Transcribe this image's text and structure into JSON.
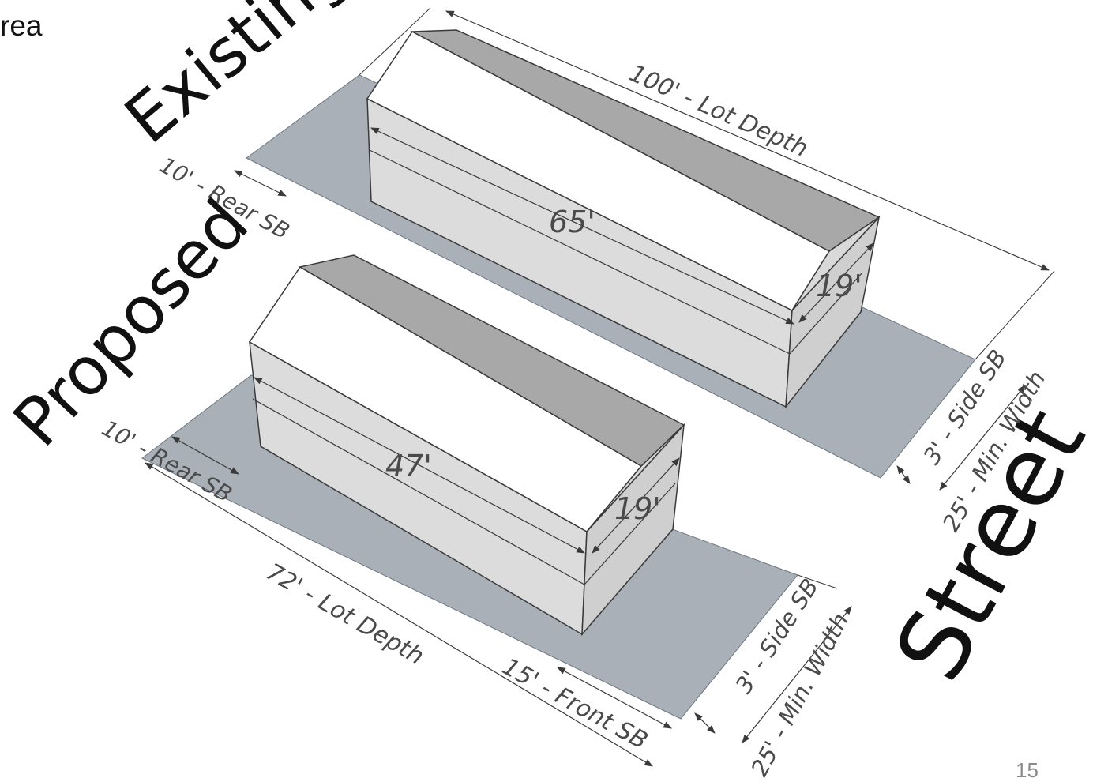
{
  "slide": {
    "corner_text": "rea",
    "page_number": "15"
  },
  "labels": {
    "existing": "Existing",
    "proposed": "Proposed",
    "street": "Street"
  },
  "existing": {
    "lot_depth": "100' - Lot Depth",
    "rear_sb": "10' - Rear SB",
    "building_length": "65'",
    "building_height": "19'",
    "side_sb": "3' - Side SB",
    "min_width": "25' - Min. Width"
  },
  "proposed": {
    "lot_depth": "72' - Lot Depth",
    "rear_sb": "10' - Rear SB",
    "building_length": "47'",
    "building_height": "19'",
    "front_sb": "15' - Front SB",
    "side_sb": "3' - Side SB",
    "min_width": "25' - Min. Width"
  },
  "colors": {
    "lot": "#a9b0b8",
    "wall": "#dcdcdc",
    "roof_light": "#ffffff",
    "roof_dark": "#a8a8a8",
    "gable": "#d4d4d4",
    "line": "#3a3a3a"
  }
}
